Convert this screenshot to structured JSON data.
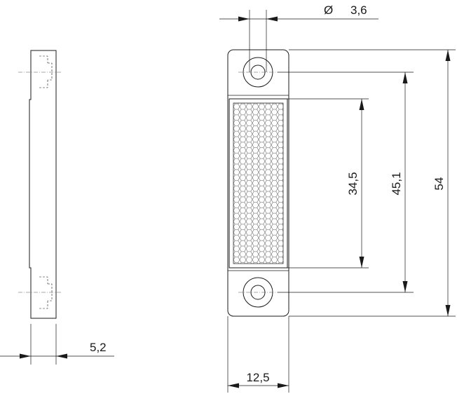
{
  "dimensions": {
    "hole_diameter": {
      "symbol": "Ø",
      "value": "3,6"
    },
    "reflector_height": "34,5",
    "hole_spacing": "45,1",
    "overall_height": "54",
    "width": "12,5",
    "thickness": "5,2"
  }
}
